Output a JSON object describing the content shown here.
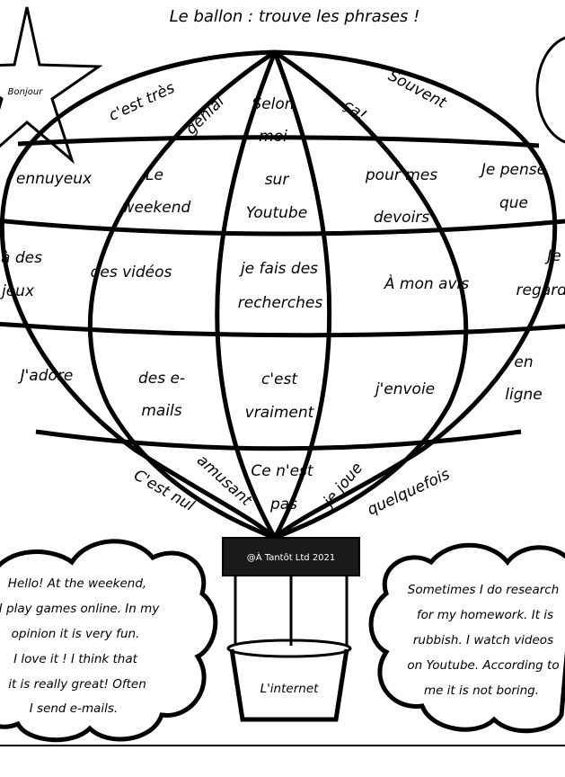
{
  "title": "Le ballon : trouve les phrases !",
  "star_label": "Bonjour",
  "balloon": {
    "row1": [
      "c'est très",
      "génial",
      "Selon moi",
      "ça!",
      "Souvent"
    ],
    "row2": [
      "ennuyeux",
      "Le weekend",
      "sur Youtube",
      "pour mes devoirs",
      "Je pense que"
    ],
    "row3": [
      "à des jeux",
      "des vidéos",
      "je fais des recherches",
      "À mon avis",
      "Je regarde"
    ],
    "row4": [
      "J'adore",
      "des e-mails",
      "c'est vraiment",
      "j'envoie",
      "en ligne"
    ],
    "row5": [
      "C'est nul",
      "amusant",
      "Ce n'est pas",
      "je joue",
      "quelquefois"
    ]
  },
  "basket": {
    "copyright": "@À Tantôt Ltd 2021",
    "label": "L'internet"
  },
  "left_cloud": [
    "Hello! At the weekend,",
    "I play games online. In my",
    "opinion it is very fun.",
    "I love it ! I think that",
    "it is really great! Often",
    "I send e-mails."
  ],
  "right_cloud": [
    "Sometimes I do research",
    "for my homework. It is",
    "rubbish. I watch videos",
    "on Youtube. According to",
    "me it is not boring."
  ]
}
